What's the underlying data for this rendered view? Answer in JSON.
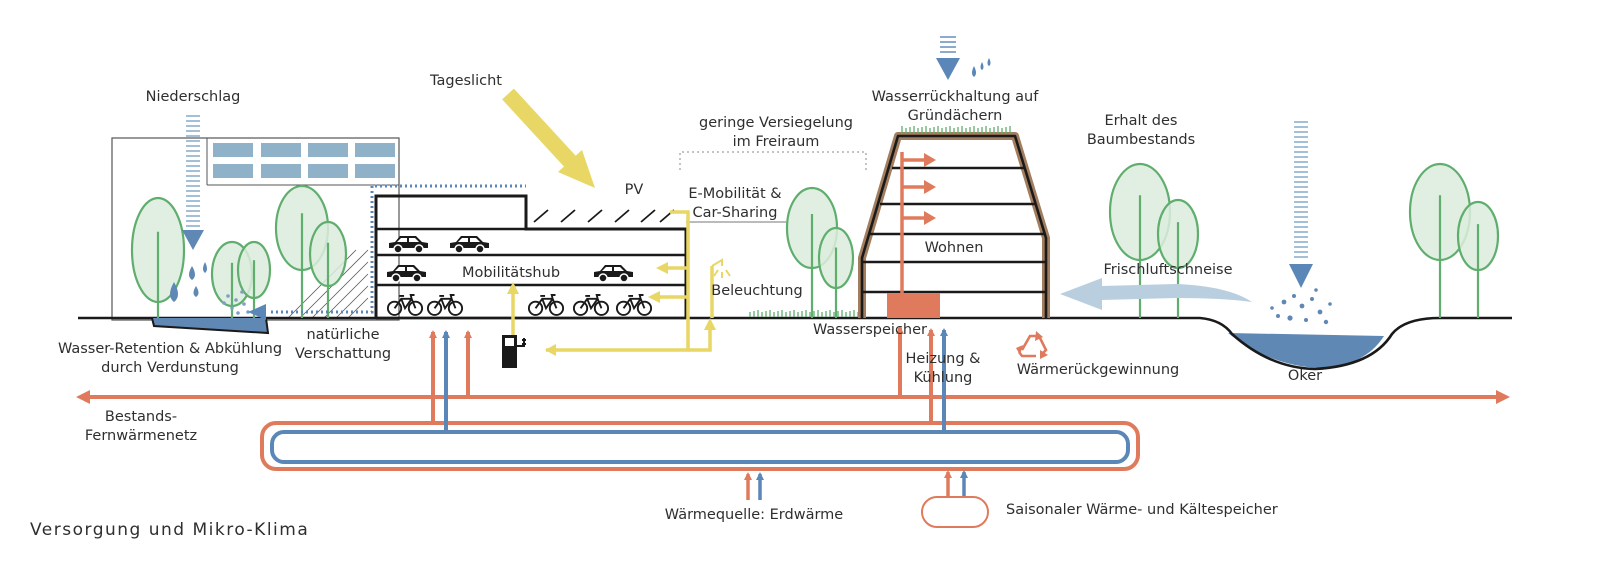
{
  "labels": {
    "niederschlag": "Niederschlag",
    "tageslicht": "Tageslicht",
    "pv": "PV",
    "geringe_1": "geringe Versiegelung",
    "geringe_2": "im Freiraum",
    "emob_1": "E-Mobilität &",
    "emob_2": "Car-Sharing",
    "wasserrueck_1": "Wasserrückhaltung auf",
    "wasserrueck_2": "Gründächern",
    "erhalt_1": "Erhalt des",
    "erhalt_2": "Baumbestands",
    "mobilitaetshub": "Mobilitätshub",
    "wohnen": "Wohnen",
    "frischluft": "Frischluftschneise",
    "beleuchtung": "Beleuchtung",
    "wasserspeicher": "Wasserspeicher",
    "retention_1": "Wasser-Retention & Abkühlung",
    "retention_2": "durch Verdunstung",
    "verschattung_1": "natürliche",
    "verschattung_2": "Verschattung",
    "heizung_1": "Heizung &",
    "heizung_2": "Kühlung",
    "waermerueck": "Wärmerückgewinnung",
    "oker": "Oker",
    "bestand_1": "Bestands-",
    "bestand_2": "Fernwärmenetz",
    "waermequelle": "Wärmequelle: Erdwärme",
    "saisonal": "Saisonaler Wärme- und Kältespeicher",
    "caption": "Versorgung und Mikro-Klima"
  },
  "icons": [
    "rain-arrow-icon",
    "sun-ray-arrow-icon",
    "car-icon",
    "bicycle-icon",
    "charging-station-icon",
    "street-lamp-icon",
    "recycle-icon",
    "water-drops-icon",
    "tree-icon",
    "air-flow-arrow-icon"
  ],
  "colors": {
    "heat": "#df7b5c",
    "cold": "#5b86b8",
    "light": "#e8d665",
    "tree": "#5fae6e",
    "tree_fill": "#dcecdd",
    "water": "#5f88b5",
    "air": "#b9cfe0",
    "line": "#1a1a1a",
    "roof": "#a27d5e"
  }
}
